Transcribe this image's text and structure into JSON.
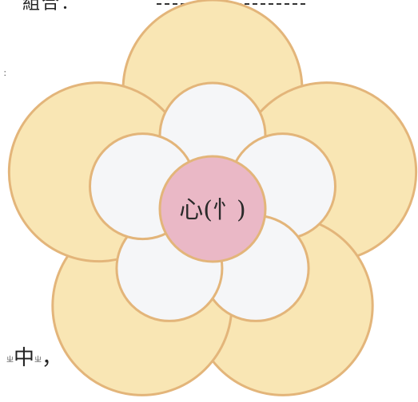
{
  "header": {
    "text": "組合",
    "blank_marker": "："
  },
  "side_note": "：",
  "flower": {
    "center_label": "心(忄)",
    "petal_count": 5,
    "outer_petal_fill": "#f9e6b4",
    "inner_petal_fill": "#f5f6f8",
    "center_fill": "#eab8c6",
    "outline_color": "#e3b57a"
  },
  "footer": {
    "text": "中",
    "punctuation": "，"
  }
}
